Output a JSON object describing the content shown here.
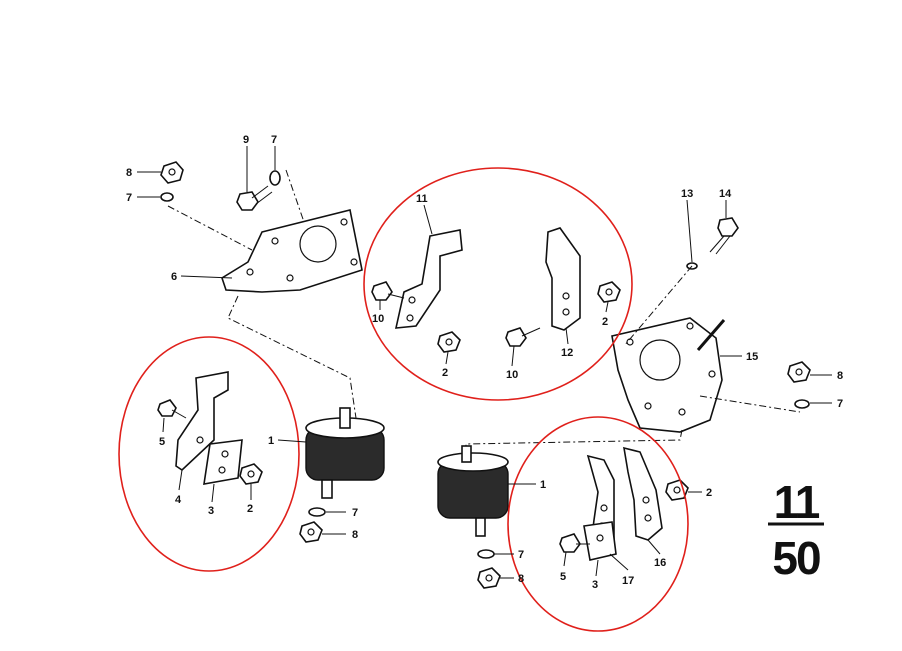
{
  "page_number": {
    "top": "11",
    "bottom": "50"
  },
  "callouts": {
    "c8a": "8",
    "c7a": "7",
    "c9": "9",
    "c7b": "7",
    "c6": "6",
    "c11": "11",
    "c10a": "10",
    "c2a": "2",
    "c10b": "10",
    "c12": "12",
    "c2b": "2",
    "c13": "13",
    "c14": "14",
    "c15": "15",
    "c8b": "8",
    "c7c": "7",
    "c5a": "5",
    "c4": "4",
    "c3a": "3",
    "c2c": "2",
    "c1a": "1",
    "c7d": "7",
    "c8c": "8",
    "c1b": "1",
    "c7e": "7",
    "c8d": "8",
    "c2d": "2",
    "c5b": "5",
    "c3b": "3",
    "c17": "17",
    "c16": "16"
  },
  "highlight_color": "#e0201b"
}
